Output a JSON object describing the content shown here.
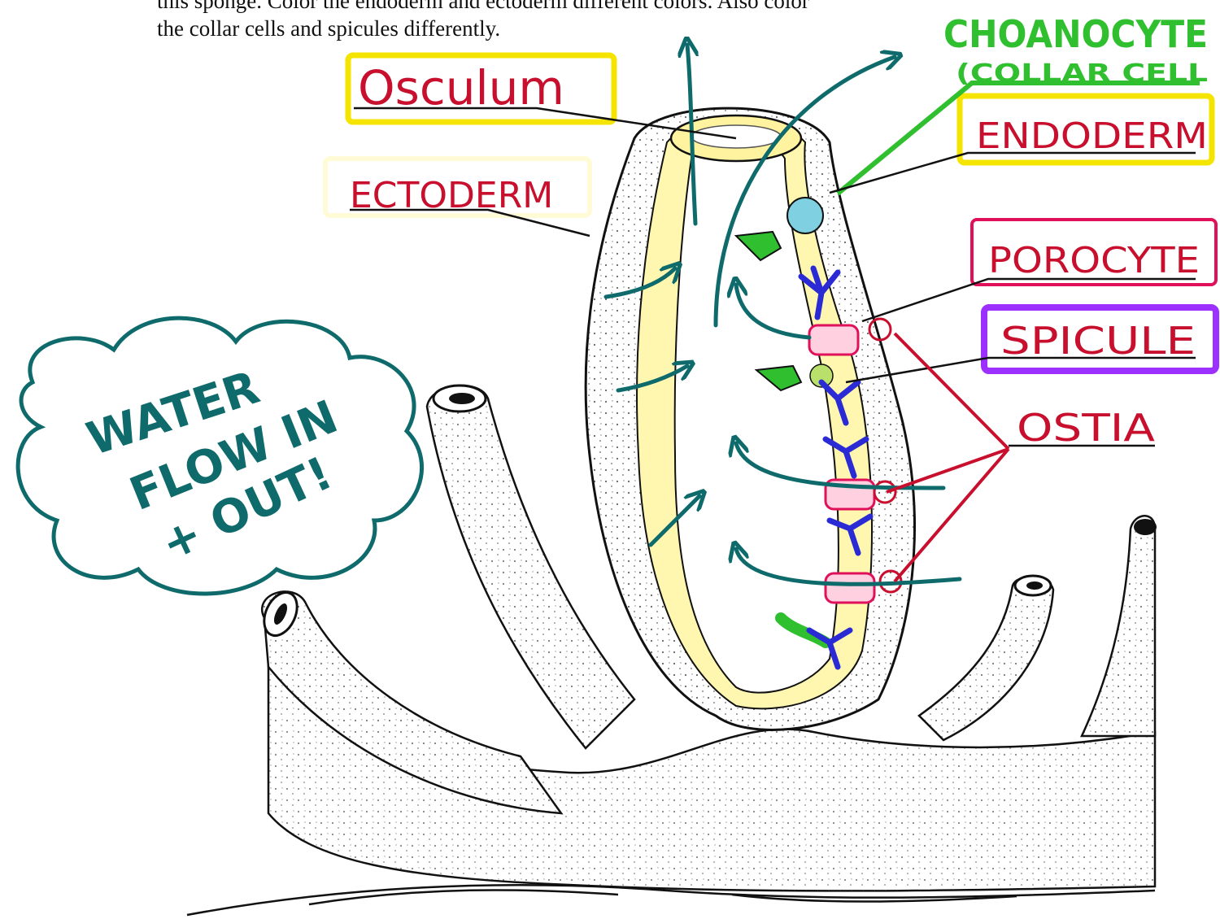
{
  "instructions": {
    "line1": "this sponge.  Color the endoderm and ectoderm different colors.  Also color",
    "line2": "the collar cells and spicules differently."
  },
  "labels": {
    "osculum": "Osculum",
    "ectoderm": "ECTODERM",
    "choanocyte": "CHOANOCYTE",
    "collar_cell": "(COLLAR CELL",
    "endoderm": "ENDODERM",
    "porocyte": "POROCYTE",
    "spicule": "SPICULE",
    "ostia": "OSTIA"
  },
  "callout": {
    "line1": "WATER",
    "line2": "FLOW IN",
    "line3": "+ OUT!"
  },
  "colors": {
    "label_red": "#c8102e",
    "choanocyte_green": "#2fbf2f",
    "highlight_yellow": "#f5e400",
    "highlight_purple": "#9b30ff",
    "porocyte_pink": "#e0105a",
    "water_teal": "#0f6b6b",
    "spicule_blue": "#2b2bd6",
    "ink": "#111111"
  }
}
